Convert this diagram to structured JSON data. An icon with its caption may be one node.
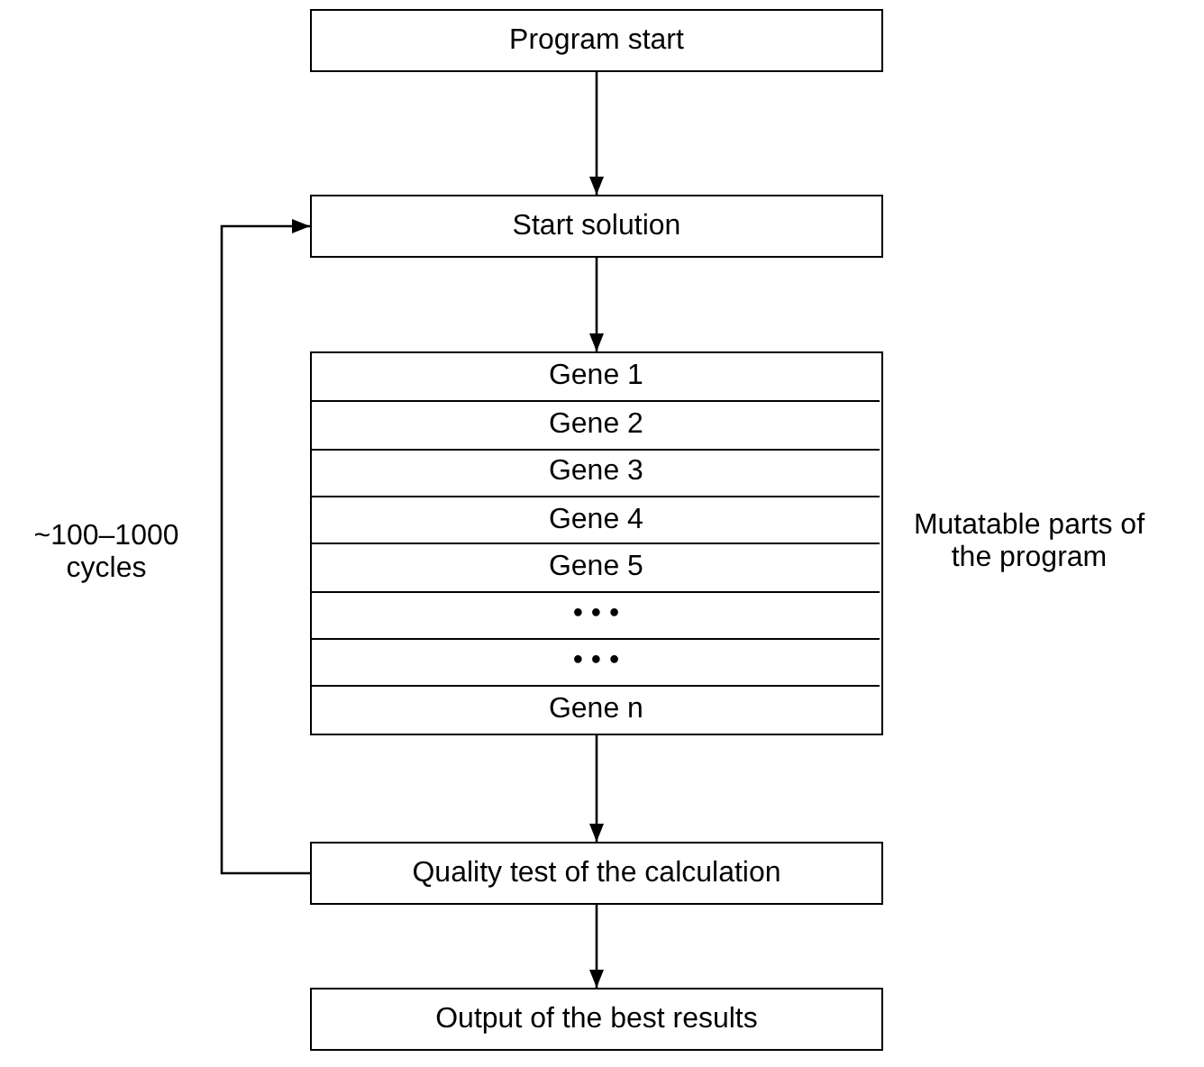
{
  "diagram": {
    "nodes": [
      {
        "text": [
          "Program start"
        ]
      },
      {
        "text": [
          "Start solution"
        ]
      },
      {
        "text": [],
        "shape": "box",
        "beside": [
          "Mutatable parts of the program"
        ]
      },
      {
        "text": [
          "Gene 1"
        ],
        "in": 2
      },
      {
        "text": [
          "Gene 2"
        ],
        "in": 2
      },
      {
        "text": [
          "Gene 3"
        ],
        "in": 2
      },
      {
        "text": [
          "Gene 4"
        ],
        "in": 2
      },
      {
        "text": [
          "Gene 5"
        ],
        "in": 2
      },
      {
        "text": [
          "• • •"
        ],
        "in": 2
      },
      {
        "text": [
          "• • •"
        ],
        "in": 2
      },
      {
        "text": [
          "Gene n"
        ],
        "in": 2
      },
      {
        "text": [
          "Quality test of the calculation"
        ]
      },
      {
        "text": [
          "Output of the best results"
        ]
      }
    ],
    "edges": [
      {
        "from": 0,
        "to": 1,
        "arrow": "to"
      },
      {
        "from": 1,
        "to": 2,
        "arrow": "to"
      },
      {
        "from": 2,
        "to": 11,
        "arrow": "to"
      },
      {
        "from": 11,
        "to": 12,
        "arrow": "to"
      },
      {
        "from": 11,
        "to": 1,
        "arrow": "to",
        "label": "~100–1000 cycles"
      }
    ]
  }
}
